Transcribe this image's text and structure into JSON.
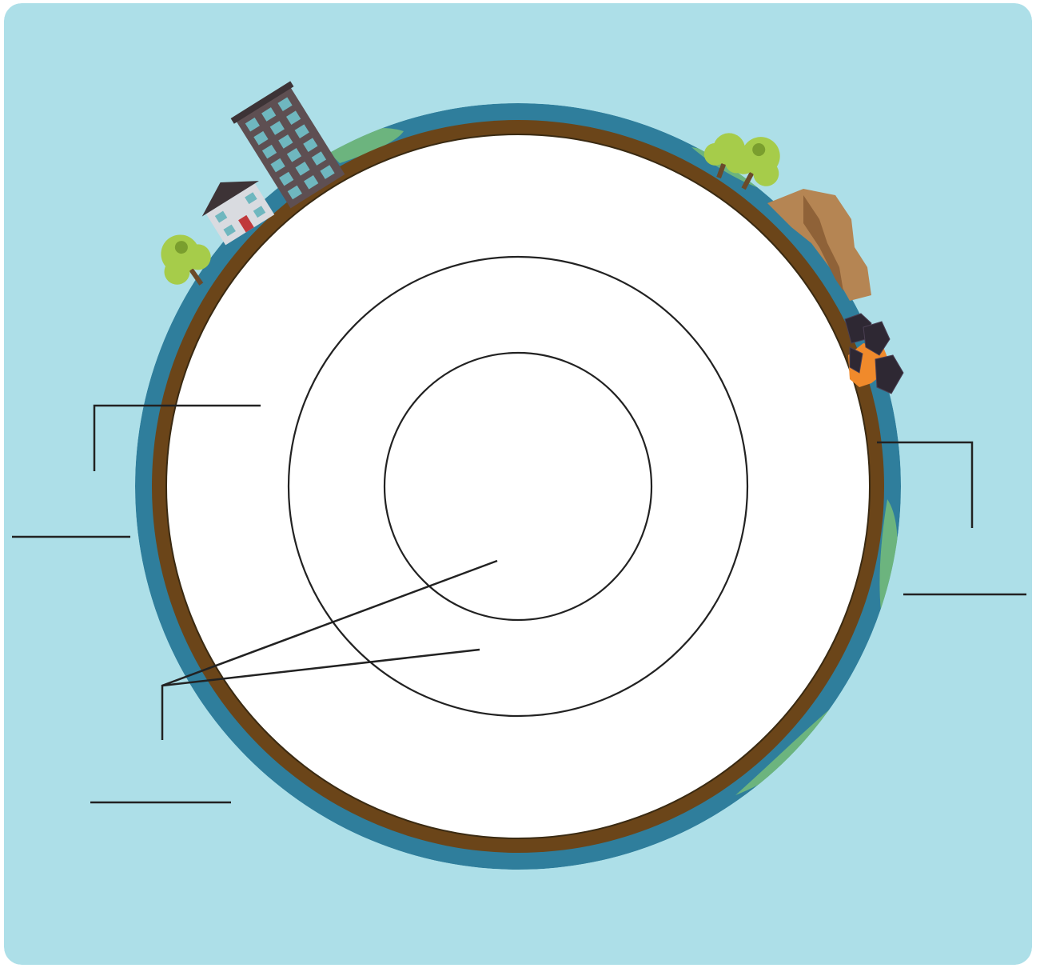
{
  "diagram": {
    "type": "earth-layers-worksheet",
    "colors": {
      "background": "#addfe8",
      "ocean": "#2f7e9c",
      "ocean_dark": "#1e5c78",
      "land": "#77bd79",
      "crust": "#6b4519",
      "interior": "#ffffff",
      "outline": "#222222",
      "tree": "#a6cc4a",
      "tree_dark": "#7a9e2e",
      "rock": "#b58553",
      "lava": "#f08a2b",
      "building": "#5e4f52",
      "window": "#6fb7bf"
    },
    "layers": [
      "crust",
      "mantle",
      "outer-core",
      "inner-core"
    ],
    "blank_label_count": 6,
    "icons": [
      "apartment-building-icon",
      "house-icon",
      "tree-icon",
      "rock-cliff-icon",
      "volcanic-rock-icon"
    ]
  }
}
